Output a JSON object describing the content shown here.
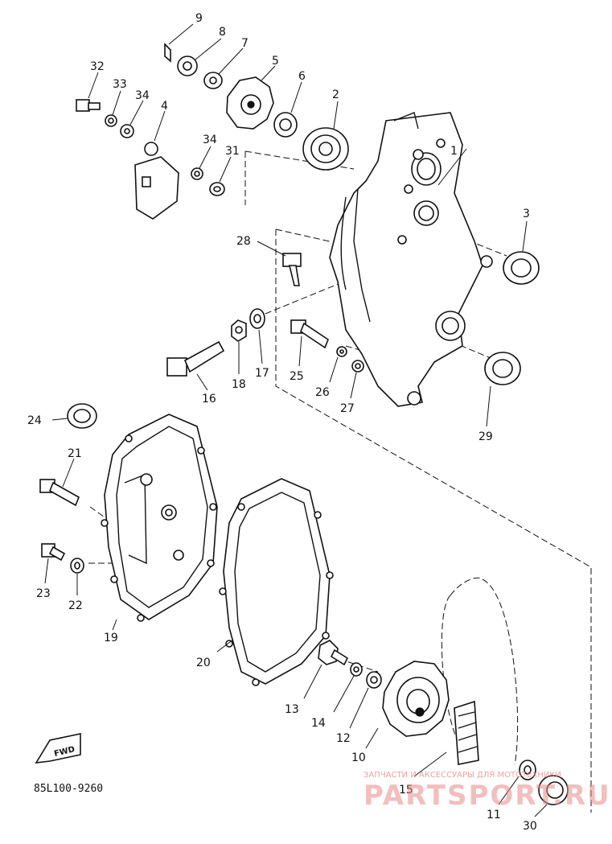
{
  "diagram_code": "85L100-9260",
  "fwd_label": "FWD",
  "watermark": {
    "line1": "ЗАПЧАСТИ И АКСЕССУАРЫ ДЛЯ МОТОТЕХНИКИ",
    "line2": "PARTSPORT.RU"
  },
  "labels": {
    "p1": "1",
    "p2": "2",
    "p3": "3",
    "p4": "4",
    "p5": "5",
    "p6": "6",
    "p7": "7",
    "p8": "8",
    "p9": "9",
    "p10": "10",
    "p11": "11",
    "p12": "12",
    "p13": "13",
    "p14": "14",
    "p15": "15",
    "p16": "16",
    "p17": "17",
    "p18": "18",
    "p19": "19",
    "p20": "20",
    "p21": "21",
    "p22": "22",
    "p23": "23",
    "p24": "24",
    "p25": "25",
    "p26": "26",
    "p27": "27",
    "p28": "28",
    "p29": "29",
    "p30": "30",
    "p31": "31",
    "p32": "32",
    "p33": "33",
    "p34a": "34",
    "p34b": "34"
  }
}
